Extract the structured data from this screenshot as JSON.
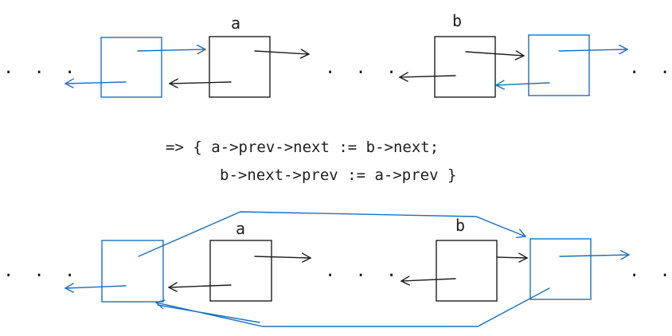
{
  "diagram": {
    "top": {
      "node_a_label": "a",
      "node_b_label": "b",
      "ellipsis_left": ". . .",
      "ellipsis_middle": ". . .",
      "ellipsis_right": ". . ."
    },
    "operation": {
      "line1": "=> { a->prev->next := b->next;",
      "line2": "b->next->prev := a->prev }"
    },
    "bottom": {
      "node_a_label": "a",
      "node_b_label": "b",
      "ellipsis_left": ". . .",
      "ellipsis_middle": ". . .",
      "ellipsis_right": ". . ."
    },
    "colors": {
      "ink": "#1e1e1e",
      "accent": "#1971c2"
    }
  }
}
